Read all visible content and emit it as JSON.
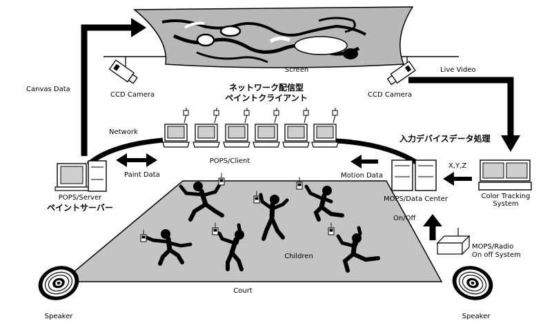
{
  "labels": {
    "screen": "Screen",
    "canvas_data": "Canvas Data",
    "live_video": "Live Video",
    "ccd_camera_left": "CCD Camera",
    "ccd_camera_right": "CCD Camera",
    "client_title_line1": "ネットワーク配信型",
    "client_title_line2": "ペイントクライアント",
    "network": "Network",
    "input_device_title": "入力デバイスデータ処理",
    "xyz": "X,Y,Z",
    "pops_client": "POPS/Client",
    "paint_data": "Paint Data",
    "motion_data": "Motion Data",
    "pops_server": "POPS/Server",
    "paint_server": "ペイントサーバー",
    "color_tracking_line1": "Color Tracking",
    "color_tracking_line2": "System",
    "mops_data_center": "MOPS/Data Center",
    "on_off": "On/Off",
    "mops_radio_line1": "MOPS/Radio",
    "mops_radio_line2": "On off System",
    "children": "Children",
    "court": "Court",
    "speaker_left": "Speaker",
    "speaker_right": "Speaker"
  },
  "colors": {
    "court_fill": "#c4c4c4",
    "screen_fill": "#b8b8b8",
    "ink": "#000000",
    "device_fill": "#ffffff",
    "monitor_screen": "#cfcfcf"
  },
  "icons": {
    "camera": "ccd-camera-icon",
    "computer": "computer-icon",
    "speaker": "speaker-icon",
    "child": "child-figure-icon",
    "radio": "radio-box-icon"
  }
}
